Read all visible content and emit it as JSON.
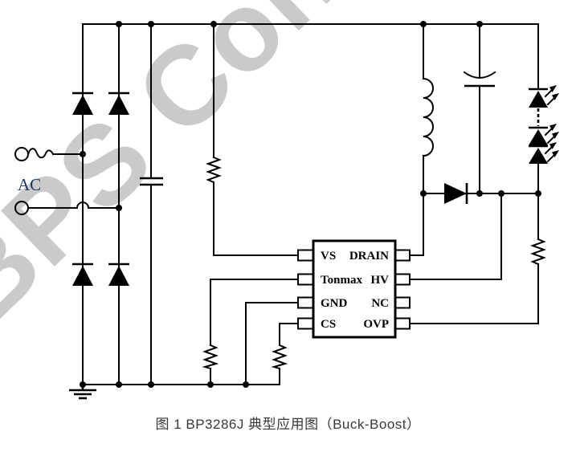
{
  "watermark": {
    "text": "BPS Con",
    "color": "#cacaca"
  },
  "source": {
    "label": "AC"
  },
  "ic": {
    "left_pins": [
      "VS",
      "Tonmax",
      "GND",
      "CS"
    ],
    "right_pins": [
      "DRAIN",
      "HV",
      "NC",
      "OVP"
    ]
  },
  "caption": "图 1 BP3286J 典型应用图（Buck-Boost）",
  "colors": {
    "line": "#000000",
    "watermark": "#cacaca",
    "ac_label": "#17375d",
    "caption_text": "#383838",
    "background": "#ffffff"
  }
}
